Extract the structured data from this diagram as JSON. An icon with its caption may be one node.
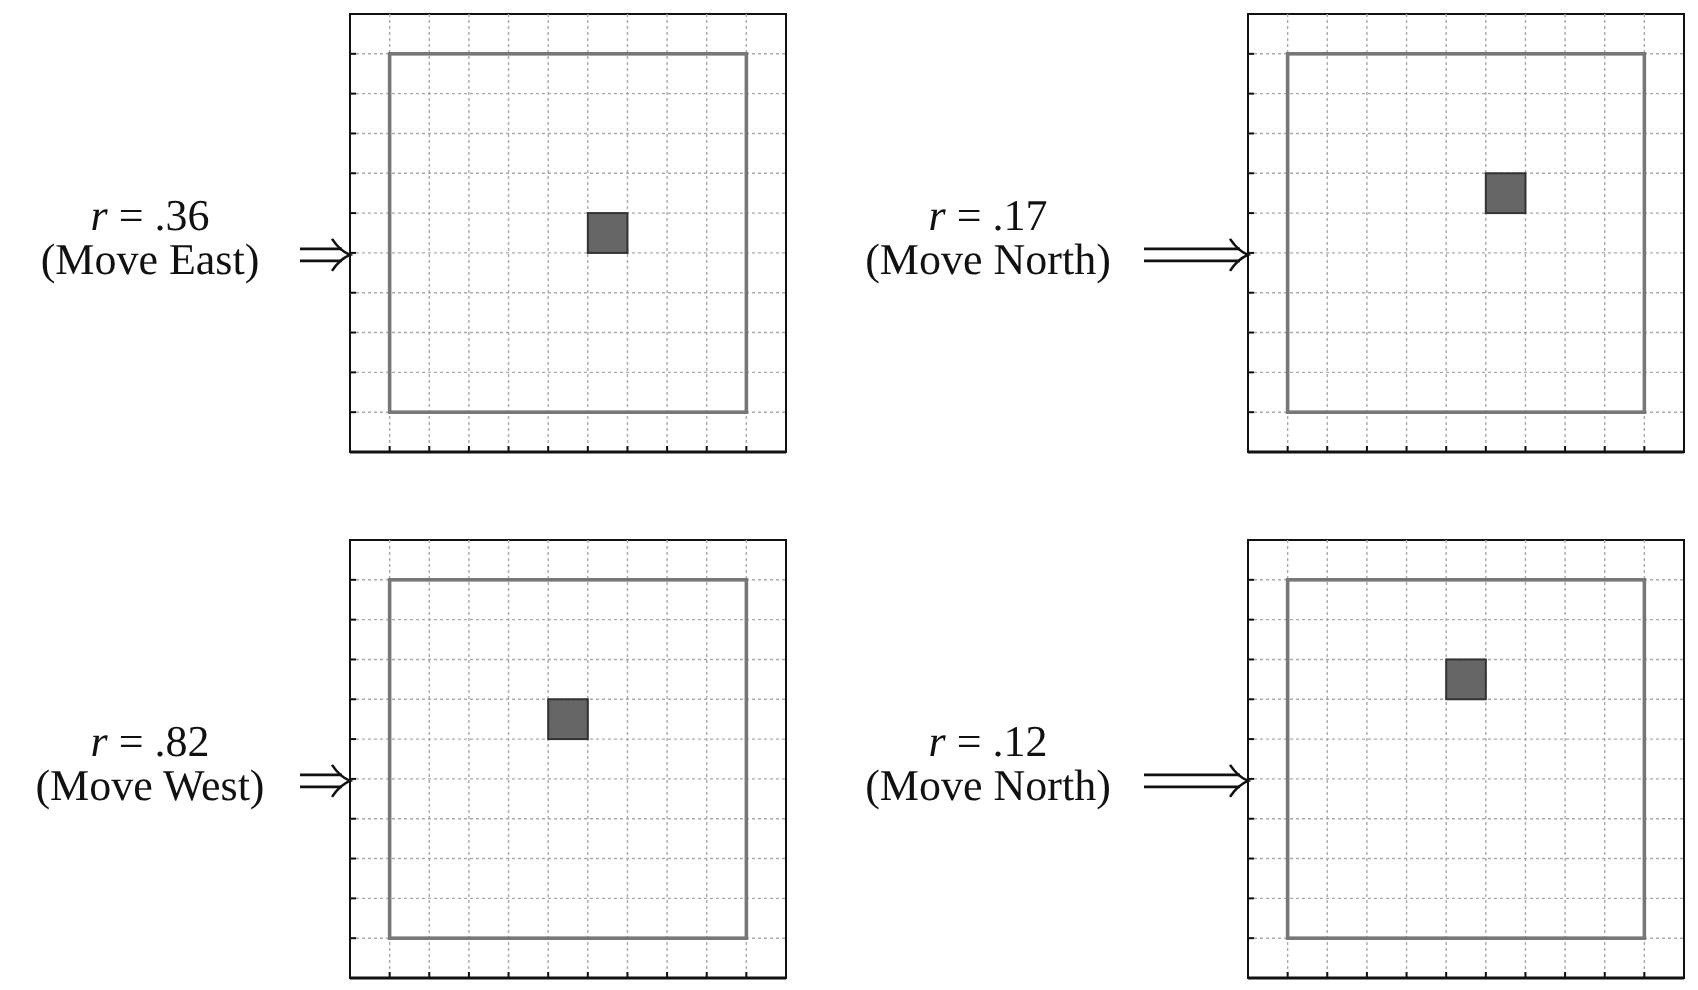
{
  "diagram": {
    "nodes": [
      {
        "text": [
          "*r* = .36",
          "(Move East)"
        ]
      },
      {
        "text": [],
        "shape": "picture"
      },
      {
        "text": [
          "*r* = .17",
          "(Move North)"
        ]
      },
      {
        "text": [],
        "shape": "picture"
      },
      {
        "text": [
          "*r* = .82",
          "(Move West)"
        ]
      },
      {
        "text": [],
        "shape": "picture"
      },
      {
        "text": [
          "*r* = .12",
          "(Move North)"
        ]
      },
      {
        "text": [],
        "shape": "picture"
      }
    ],
    "edges": [
      {
        "from": 0,
        "to": 1,
        "arrow": "to"
      },
      {
        "from": 2,
        "to": 3,
        "arrow": "to"
      },
      {
        "from": 4,
        "to": 5,
        "arrow": "to"
      },
      {
        "from": 6,
        "to": 7,
        "arrow": "to"
      }
    ]
  }
}
